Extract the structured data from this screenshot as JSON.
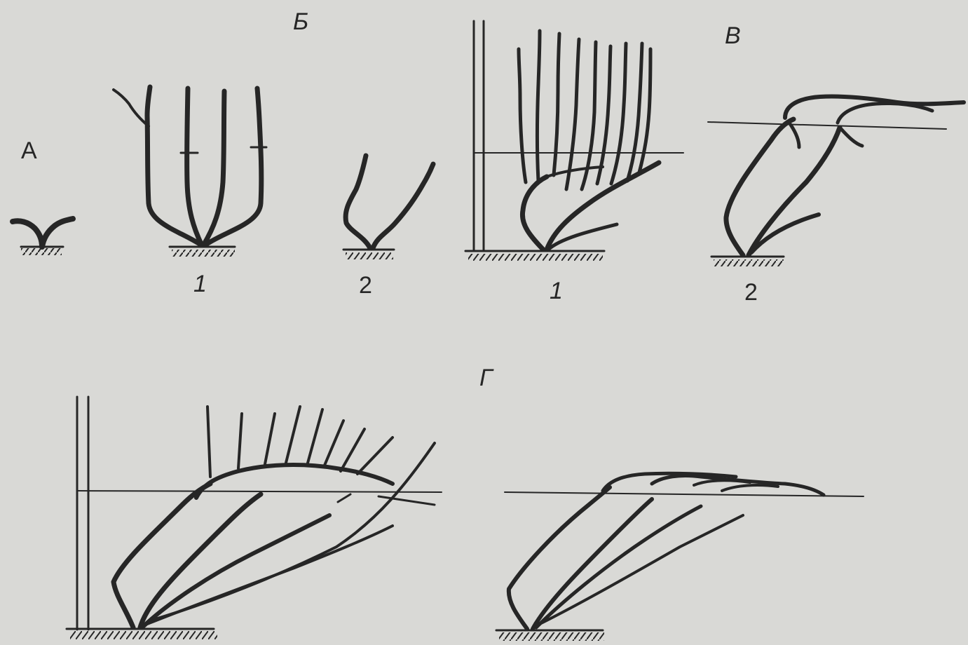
{
  "figure": {
    "panel_labels": {
      "a": "А",
      "b": "Б",
      "v": "В",
      "g": "Г"
    },
    "sub_labels": {
      "b_1": "1",
      "b_2": "2",
      "v_1": "1",
      "v_2": "2"
    },
    "colors": {
      "background": "#d9d9d6",
      "ink": "#262626"
    }
  }
}
